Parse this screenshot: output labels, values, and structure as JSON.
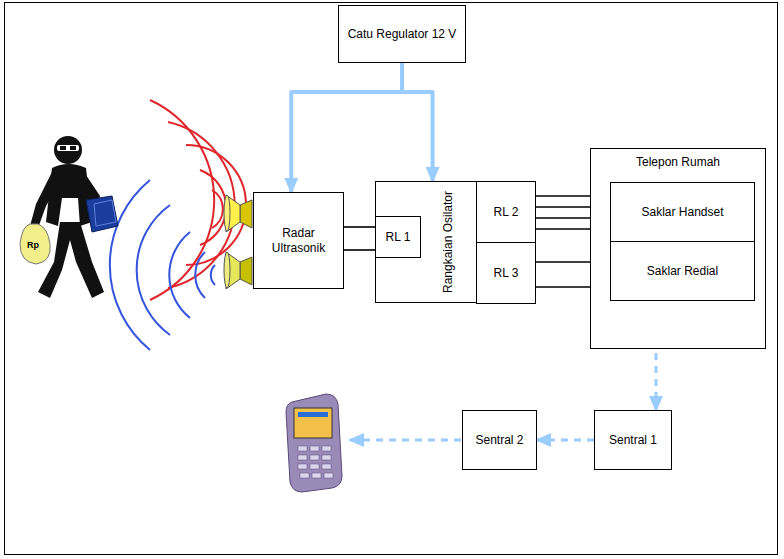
{
  "diagram": {
    "nodes": [
      {
        "text": [
          "Catu Regulator 12 V"
        ]
      },
      {
        "text": [
          "Radar Ultrasonik"
        ]
      },
      {
        "text": [
          "Rangkaian Osilator"
        ]
      },
      {
        "text": [
          "RL 1"
        ],
        "in": 2
      },
      {
        "text": [
          "RL 2"
        ],
        "in": 2
      },
      {
        "text": [
          "RL 3"
        ],
        "in": 2
      },
      {
        "text": [
          "Telepon Rumah"
        ]
      },
      {
        "text": [
          "Saklar Handset"
        ],
        "in": 6
      },
      {
        "text": [
          "Saklar Redial"
        ],
        "in": 6
      },
      {
        "text": [
          "Sentral 2"
        ]
      },
      {
        "text": [
          "Sentral 1"
        ]
      }
    ],
    "edges": [
      {
        "from": 0,
        "to": 1,
        "arrow": "to"
      },
      {
        "from": 0,
        "to": 2,
        "arrow": "to"
      },
      {
        "from": 1,
        "to": 3,
        "arrow": "none"
      },
      {
        "from": 1,
        "to": 3,
        "arrow": "none"
      },
      {
        "from": 4,
        "to": 7,
        "arrow": "none"
      },
      {
        "from": 4,
        "to": 7,
        "arrow": "none"
      },
      {
        "from": 4,
        "to": 7,
        "arrow": "none"
      },
      {
        "from": 4,
        "to": 7,
        "arrow": "none"
      },
      {
        "from": 5,
        "to": 8,
        "arrow": "none"
      },
      {
        "from": 5,
        "to": 8,
        "arrow": "none"
      },
      {
        "from": 8,
        "to": 10,
        "arrow": "to"
      },
      {
        "from": 10,
        "to": 9,
        "arrow": "to"
      }
    ],
    "labels": [
      "Rp"
    ]
  }
}
